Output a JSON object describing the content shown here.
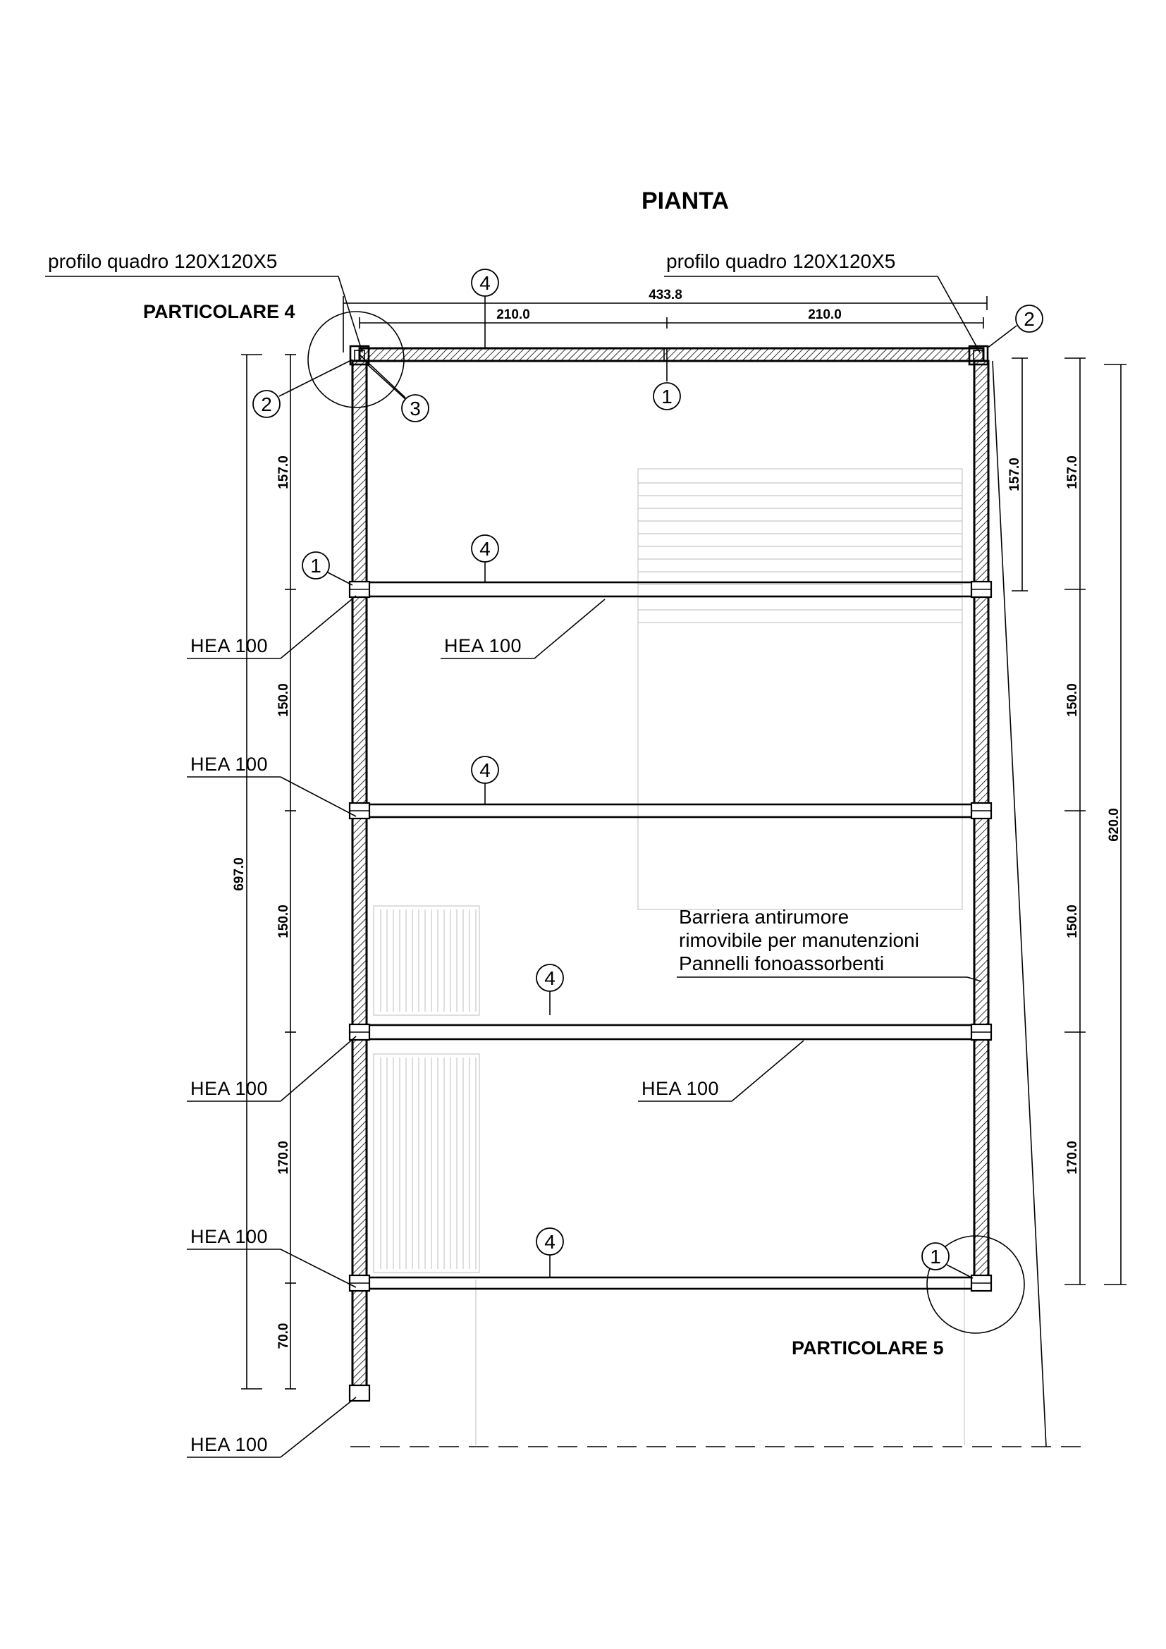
{
  "title": "PIANTA",
  "profile_labels": {
    "left": "profilo  quadro  120X120X5",
    "right": "profilo  quadro  120X120X5"
  },
  "details": {
    "d4": "PARTICOLARE 4",
    "d5": "PARTICOLARE 5"
  },
  "beam_label": "HEA  100",
  "barrier_note": [
    "Barriera  antirumore",
    "rimovibile  per  manutenzioni",
    "Pannelli  fonoassorbenti"
  ],
  "markers": {
    "m1": "1",
    "m2": "2",
    "m3": "3",
    "m4": "4"
  },
  "dimensions": {
    "top_total": "433.8",
    "top_left": "210.0",
    "top_right": "210.0",
    "left_total": "697.0",
    "left_segments": [
      "157.0",
      "150.0",
      "150.0",
      "170.0",
      "70.0"
    ],
    "right_inner": "157.0",
    "right_segments": [
      "157.0",
      "150.0",
      "150.0",
      "170.0"
    ],
    "right_total": "620.0"
  },
  "colors": {
    "ink": "#000000",
    "hatch": "#000000",
    "faint": "#c8c8c8"
  }
}
